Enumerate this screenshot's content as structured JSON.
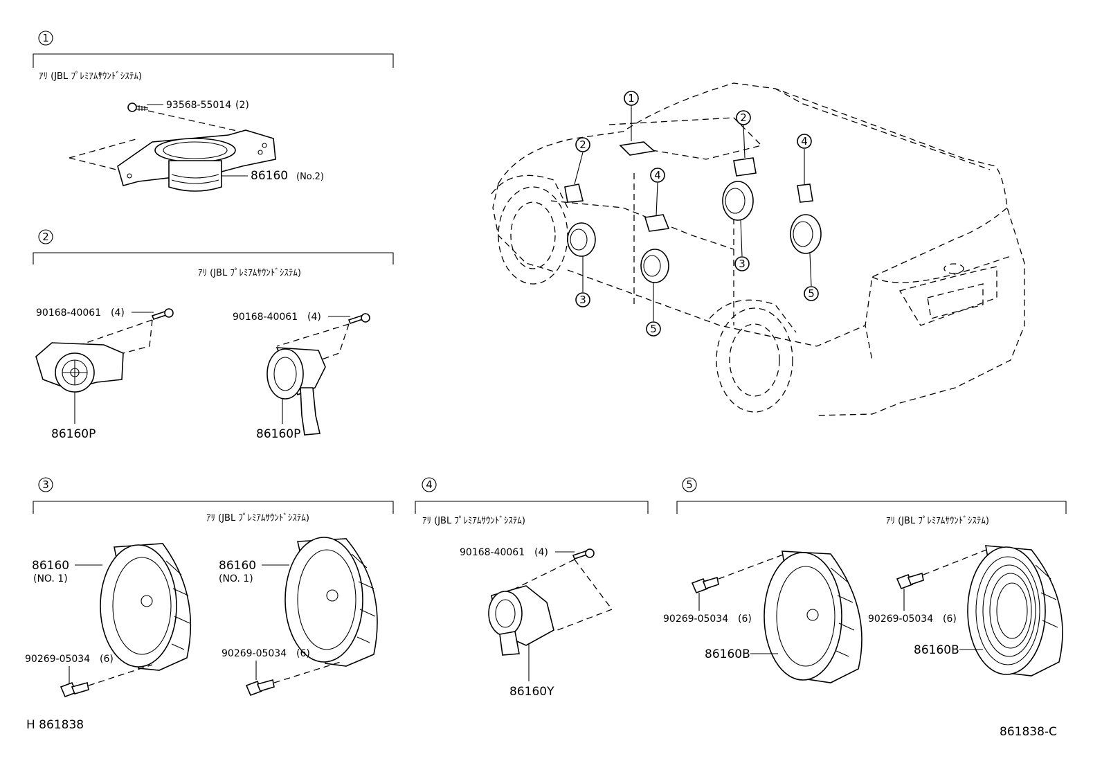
{
  "sections": [
    {
      "id": "1",
      "note": "ｱﾘ (JBL ﾌﾟﾚﾐｱﾑｻｳﾝﾄﾞｼｽﾃﾑ)",
      "parts": [
        {
          "number": "93568-55014",
          "qty": "(2)"
        },
        {
          "number": "86160",
          "qty": "(No.2)"
        }
      ]
    },
    {
      "id": "2",
      "note": "ｱﾘ (JBL ﾌﾟﾚﾐｱﾑｻｳﾝﾄﾞｼｽﾃﾑ)",
      "parts": [
        {
          "number": "90168-40061",
          "qty": "(4)"
        },
        {
          "number": "90168-40061",
          "qty": "(4)"
        },
        {
          "number": "86160P"
        },
        {
          "number": "86160P"
        }
      ]
    },
    {
      "id": "3",
      "note": "ｱﾘ (JBL ﾌﾟﾚﾐｱﾑｻｳﾝﾄﾞｼｽﾃﾑ)",
      "parts": [
        {
          "number": "86160",
          "qty": "(NO. 1)"
        },
        {
          "number": "86160",
          "qty": "(NO. 1)"
        },
        {
          "number": "90269-05034",
          "qty": "(6)"
        },
        {
          "number": "90269-05034",
          "qty": "(6)"
        }
      ]
    },
    {
      "id": "4",
      "note": "ｱﾘ (JBL ﾌﾟﾚﾐｱﾑｻｳﾝﾄﾞｼｽﾃﾑ)",
      "parts": [
        {
          "number": "90168-40061",
          "qty": "(4)"
        },
        {
          "number": "86160Y"
        }
      ]
    },
    {
      "id": "5",
      "note": "ｱﾘ (JBL ﾌﾟﾚﾐｱﾑｻｳﾝﾄﾞｼｽﾃﾑ)",
      "parts": [
        {
          "number": "90269-05034",
          "qty": "(6)"
        },
        {
          "number": "90269-05034",
          "qty": "(6)"
        },
        {
          "number": "86160B"
        },
        {
          "number": "86160B"
        }
      ]
    }
  ],
  "car_callouts": [
    "1",
    "2",
    "2",
    "3",
    "3",
    "4",
    "4",
    "5",
    "5"
  ],
  "footer": {
    "left_code": "H 861838",
    "right_code": "861838-C"
  }
}
